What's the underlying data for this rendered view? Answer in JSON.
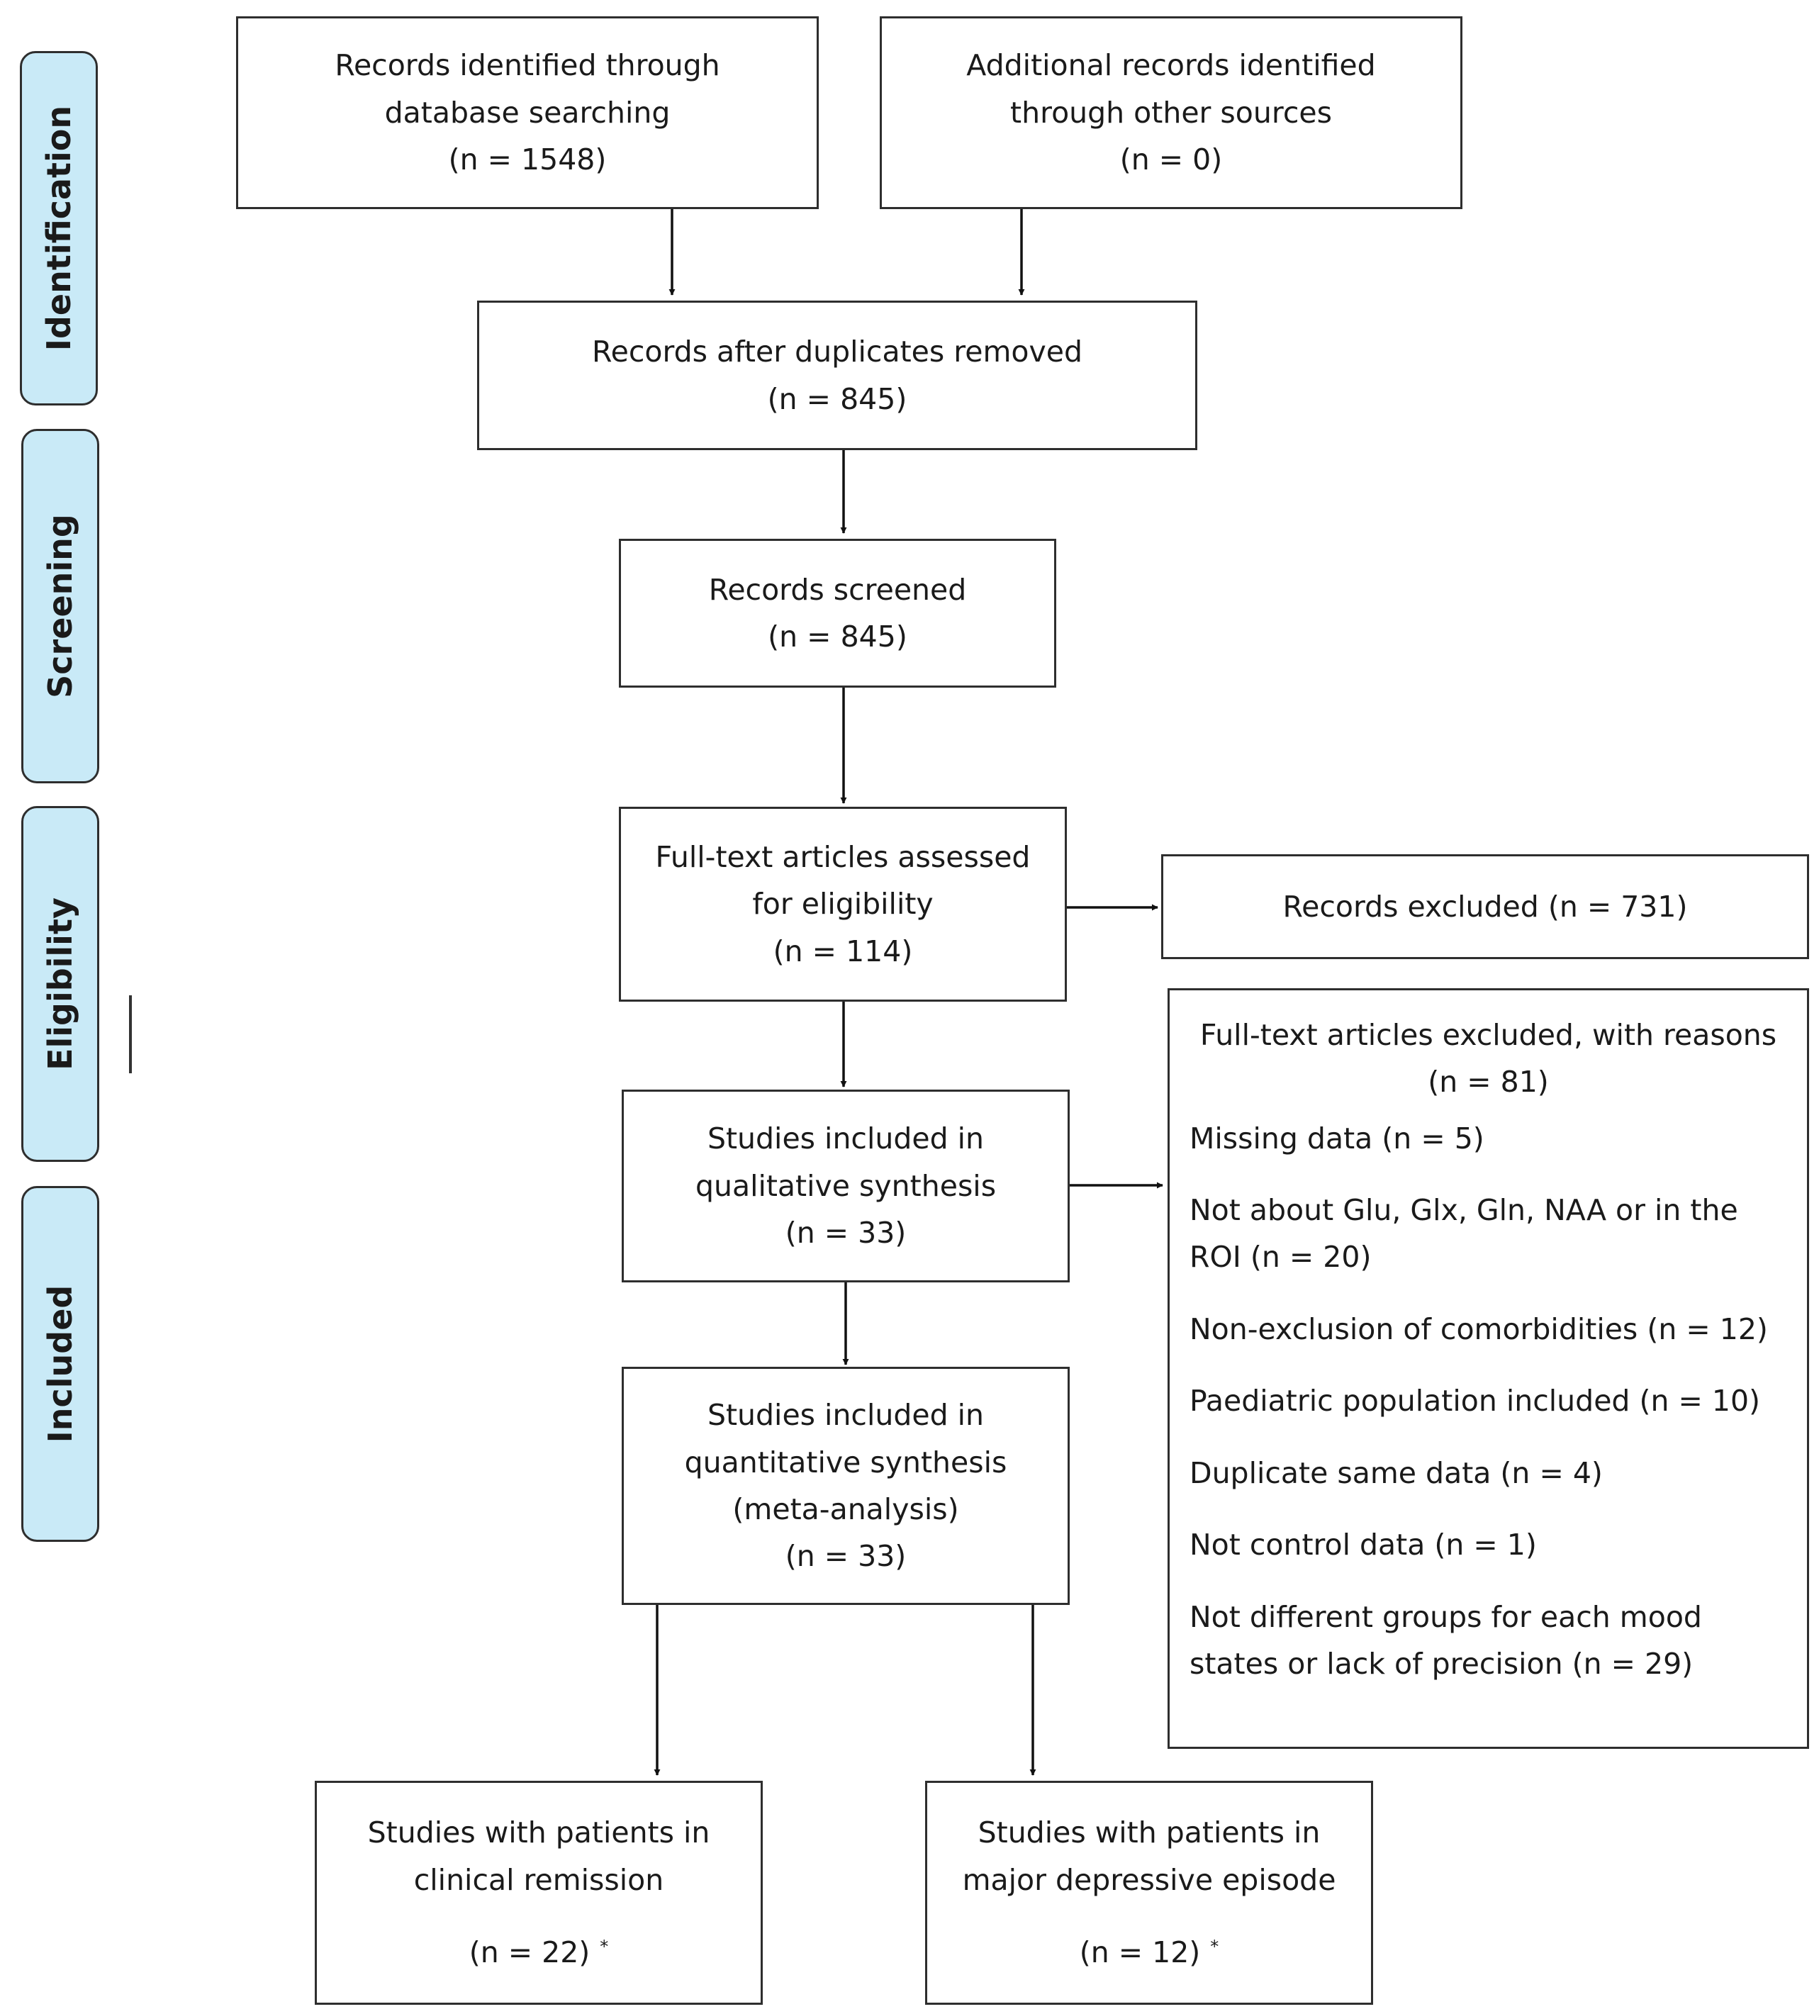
{
  "phases": {
    "identification": "Identification",
    "screening": "Screening",
    "eligibility": "Eligibility",
    "included": "Included"
  },
  "boxes": {
    "database": [
      "Records identified through",
      "database searching",
      "(n = 1548)"
    ],
    "other_sources": [
      "Additional records identified",
      "through other sources",
      "(n = 0)"
    ],
    "after_duplicates": [
      "Records after duplicates removed",
      "(n = 845)"
    ],
    "screened": [
      "Records screened",
      "(n = 845)"
    ],
    "full_text": [
      "Full-text articles assessed",
      "for eligibility",
      "(n = 114)"
    ],
    "records_excluded": "Records excluded (n = 731)",
    "qualitative": [
      "Studies included in",
      "qualitative synthesis",
      "(n = 33)"
    ],
    "quantitative": [
      "Studies included in",
      "quantitative synthesis",
      "(meta-analysis)",
      "(n = 33)"
    ],
    "remission": [
      "Studies with patients in",
      "clinical remission",
      "(n = 22)"
    ],
    "depressive": [
      "Studies with patients in",
      "major depressive episode",
      "(n = 12)"
    ],
    "asterisk": "*"
  },
  "exclusions": {
    "heading": [
      "Full-text articles excluded, with reasons",
      "(n = 81)"
    ],
    "reasons": [
      "Missing data (n = 5)",
      "Not about Glu, Glx, Gln, NAA or in the ROI (n = 20)",
      "Non-exclusion of comorbidities (n = 12)",
      "Paediatric population included (n = 10)",
      "Duplicate same data (n = 4)",
      "Not control data (n = 1)",
      "Not different groups for each mood states or lack of precision (n = 29)"
    ]
  }
}
